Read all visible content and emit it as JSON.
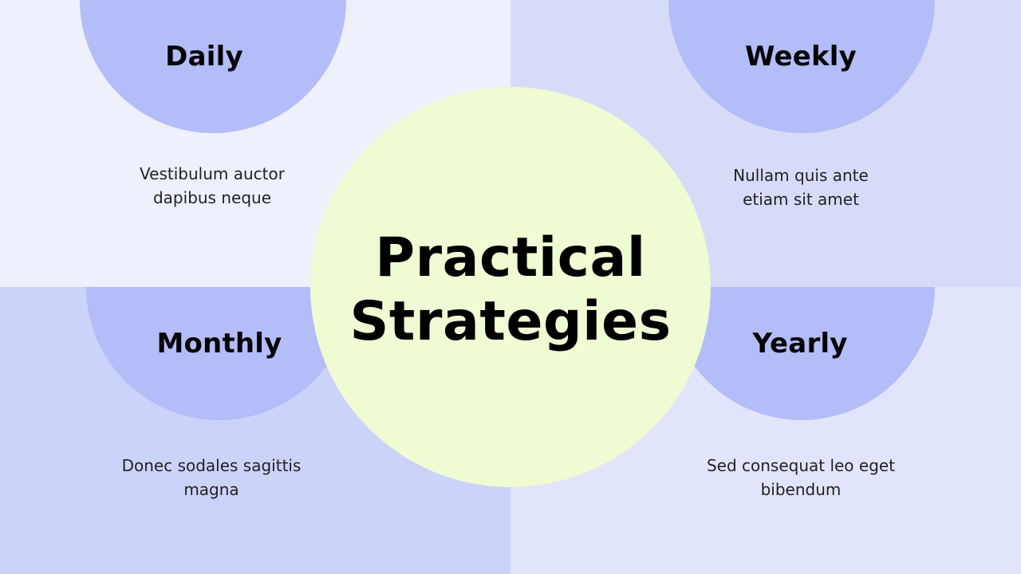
{
  "title": {
    "line1": "Practical",
    "line2": "Strategies"
  },
  "quadrants": {
    "daily": {
      "heading": "Daily",
      "line1": "Vestibulum auctor",
      "line2": "dapibus neque"
    },
    "weekly": {
      "heading": "Weekly",
      "line1": "Nullam quis ante",
      "line2": "etiam sit amet"
    },
    "monthly": {
      "heading": "Monthly",
      "line1": "Donec sodales sagittis",
      "line2": "magna"
    },
    "yearly": {
      "heading": "Yearly",
      "line1": "Sed consequat leo eget",
      "line2": "bibendum"
    }
  },
  "colors": {
    "tl_bg": "#eef0fc",
    "tr_bg": "#d6dcf8",
    "bl_bg": "#ccd3fa",
    "br_bg": "#e1e5fb",
    "disc": "#b3bdf7",
    "center": "#eefbd3"
  }
}
